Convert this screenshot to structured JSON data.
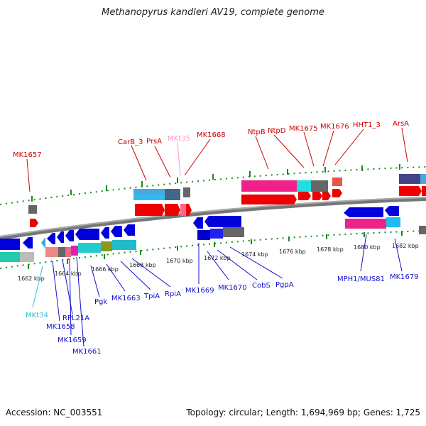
{
  "title": "Methanopyrus kandleri AV19, complete genome",
  "footer": {
    "accession": "Accession: NC_003551",
    "summary": "Topology: circular; Length: 1,694,969 bp; Genes: 1,725"
  },
  "colors": {
    "forward_label": "#cc0000",
    "reverse_label": "#1010cc",
    "rna_label_light": "#ff99cc",
    "rna_label_cyan": "#33bbdd",
    "backbone": "#8a8a8a"
  },
  "kbp_ticks": [
    "1662 kbp",
    "1664 kbp",
    "1666 kbp",
    "1668 kbp",
    "1670 kbp",
    "1672 kbp",
    "1674 kbp",
    "1676 kbp",
    "1678 kbp",
    "1680 kbp",
    "1682 kbp"
  ],
  "top_labels": [
    "MK1657",
    "CarB_3",
    "PrsA",
    "MKt35",
    "MK1668",
    "NtpB",
    "NtpD",
    "MK1675",
    "MK1676",
    "HHT1_3",
    "ArsA"
  ],
  "bottom_labels": [
    "MKt34",
    "MK1658",
    "RPL21A",
    "MK1659",
    "MK1661",
    "Pgk",
    "MK1663",
    "TpiA",
    "RpiA",
    "MK1669",
    "MK1670",
    "CobS",
    "PgpA",
    "MPH1/MUS81",
    "MK1679"
  ]
}
